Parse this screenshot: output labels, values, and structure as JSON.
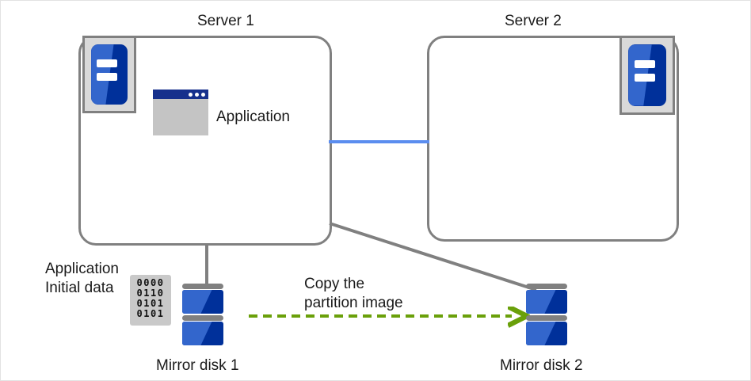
{
  "diagram": {
    "title_server1": "Server 1",
    "title_server2": "Server 2",
    "application_label": "Application",
    "initial_data_label": "Application\nInitial data",
    "copy_label": "Copy the\npartition image",
    "mirror_disk1_label": "Mirror disk 1",
    "mirror_disk2_label": "Mirror disk 2",
    "binary_rows": "0000\n0110\n0101\n0101",
    "colors": {
      "box_border": "#808080",
      "interconnect": "#5b8def",
      "copy_arrow": "#6aa00a",
      "icon_blue_dark": "#00309a",
      "icon_blue_light": "#3366cc",
      "icon_gray": "#d9d9d9",
      "app_titlebar": "#16308c",
      "app_body": "#c4c4c4",
      "binary_bg": "#c9c9c9",
      "text": "#1a1a1a"
    },
    "icons": {
      "server1": "server-icon",
      "server2": "server-icon",
      "application": "application-window-icon",
      "disk1": "disk-icon",
      "disk2": "disk-icon",
      "data": "binary-data-icon",
      "arrow": "copy-arrow-icon"
    }
  }
}
